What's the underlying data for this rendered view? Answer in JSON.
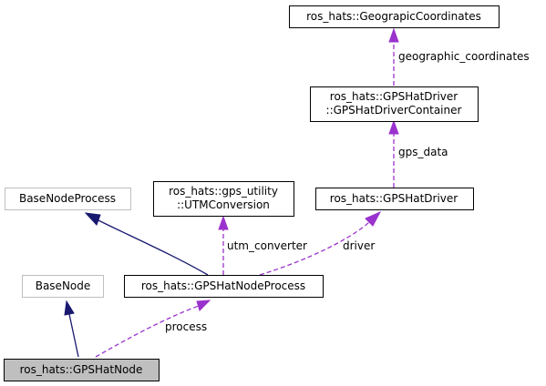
{
  "nodes": {
    "geographic": "ros_hats::GeograpicCoordinates",
    "container_line1": "ros_hats::GPSHatDriver",
    "container_line2": "::GPSHatDriverContainer",
    "base_node_process": "BaseNodeProcess",
    "utm_line1": "ros_hats::gps_utility",
    "utm_line2": "::UTMConversion",
    "gps_hat_driver": "ros_hats::GPSHatDriver",
    "base_node": "BaseNode",
    "node_process": "ros_hats::GPSHatNodeProcess",
    "gps_hat_node": "ros_hats::GPSHatNode"
  },
  "edges": {
    "geographic_coordinates": "geographic_coordinates",
    "gps_data": "gps_data",
    "utm_converter": "utm_converter",
    "driver": "driver",
    "process": "process"
  },
  "colors": {
    "inheritance": "#191970",
    "member": "#9a32cd",
    "highlight_fill": "#bfbfbf",
    "external_border": "#bfbfbf"
  }
}
